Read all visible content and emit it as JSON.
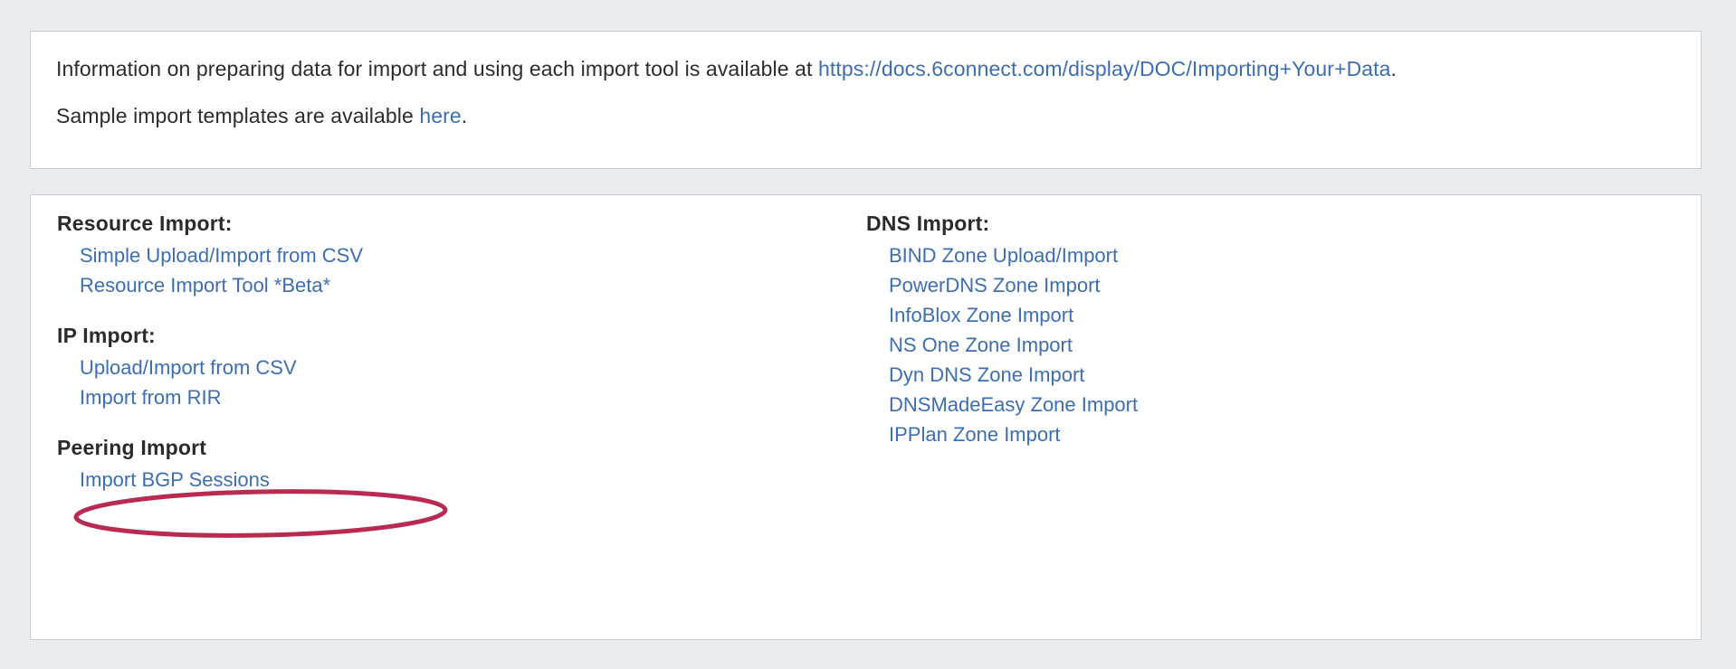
{
  "theme": {
    "page_background": "#e9edf0",
    "card_background": "#ffffff",
    "card_border": "#cccccc",
    "text_color": "#2c2c2c",
    "link_color": "#3c6eb0",
    "annotation_color": "#b92a52"
  },
  "info_panel": {
    "line1": {
      "before_link": "Information on preparing data for import and using each import tool is available at ",
      "link_text": "https://docs.6connect.com/display/DOC/Importing+Your+Data",
      "after_link": "."
    },
    "line2": {
      "before_link": "Sample import templates are available ",
      "link_text": "here",
      "after_link": "."
    }
  },
  "tools_panel": {
    "left_column": [
      {
        "heading": "Resource Import:",
        "links": [
          "Simple Upload/Import from CSV",
          "Resource Import Tool *Beta*"
        ]
      },
      {
        "heading": "IP Import:",
        "links": [
          "Upload/Import from CSV",
          "Import from RIR"
        ]
      },
      {
        "heading": "Peering Import",
        "links": [
          "Import BGP Sessions"
        ]
      }
    ],
    "right_column": [
      {
        "heading": "DNS Import:",
        "links": [
          "BIND Zone Upload/Import",
          "PowerDNS Zone Import",
          "InfoBlox Zone Import",
          "NS One Zone Import",
          "Dyn DNS Zone Import",
          "DNSMadeEasy Zone Import",
          "IPPlan Zone Import"
        ]
      }
    ]
  },
  "annotation": {
    "shape": "ellipse",
    "target_label": "Resource Import Tool *Beta*",
    "color": "#b92a52"
  }
}
